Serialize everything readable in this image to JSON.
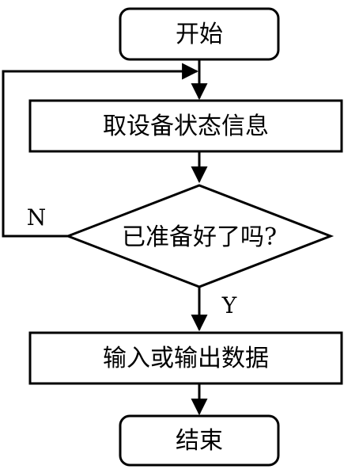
{
  "diagram": {
    "nodes": {
      "start": "开始",
      "get_status": "取设备状态信息",
      "decision": "已准备好了吗?",
      "io": "输入或输出数据",
      "end": "结束"
    },
    "branches": {
      "no": "N",
      "yes": "Y"
    }
  }
}
